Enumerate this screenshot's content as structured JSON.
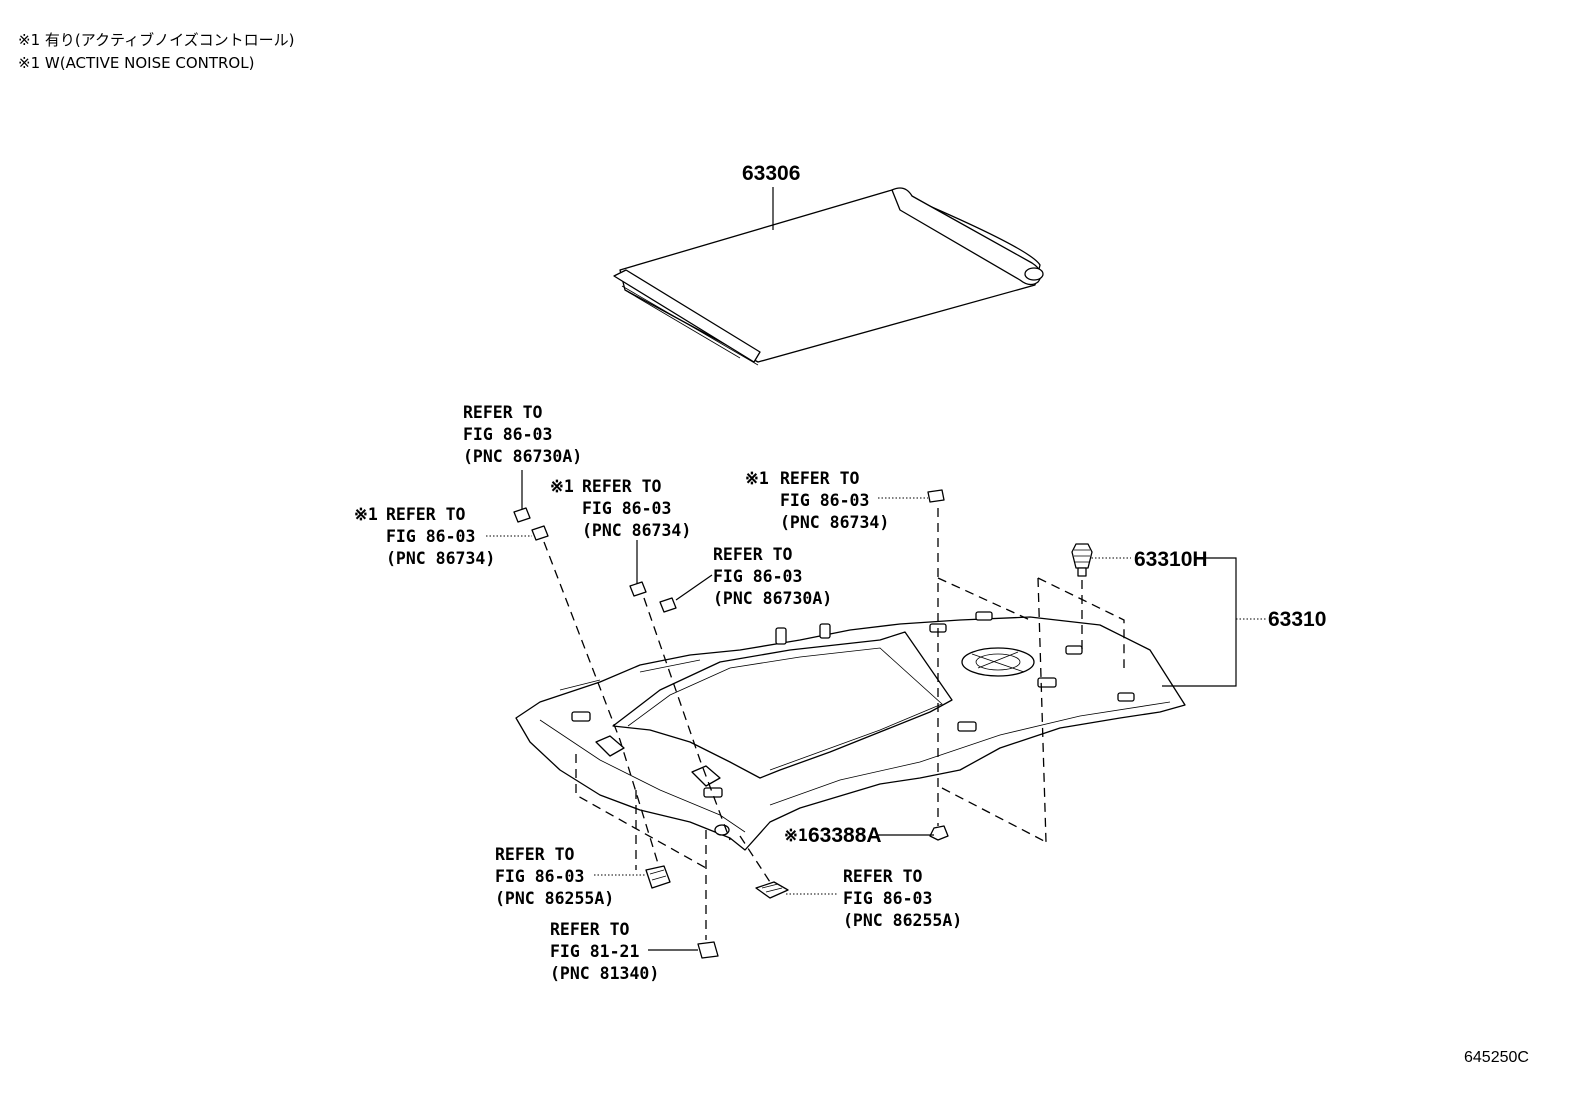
{
  "notes": [
    "※1 有り(アクティブノイズコントロール)",
    "※1 W(ACTIVE NOISE CONTROL)"
  ],
  "figure_id": "645250C",
  "parts": {
    "sunshade": "63306",
    "headliner": "63310",
    "clip": "63310H",
    "holder": "63388A",
    "holder_mark": "※1"
  },
  "refs": [
    {
      "mark": "",
      "lines": [
        "REFER TO",
        "FIG 86-03",
        "(PNC 86730A)"
      ]
    },
    {
      "mark": "※1",
      "lines": [
        "REFER TO",
        "FIG 86-03",
        "(PNC 86734)"
      ]
    },
    {
      "mark": "※1",
      "lines": [
        "REFER TO",
        "FIG 86-03",
        "(PNC 86734)"
      ]
    },
    {
      "mark": "",
      "lines": [
        "REFER TO",
        "FIG 86-03",
        "(PNC 86730A)"
      ]
    },
    {
      "mark": "※1",
      "lines": [
        "REFER TO",
        "FIG 86-03",
        "(PNC 86734)"
      ]
    },
    {
      "mark": "",
      "lines": [
        "REFER TO",
        "FIG 86-03",
        "(PNC 86255A)"
      ]
    },
    {
      "mark": "",
      "lines": [
        "REFER TO",
        "FIG 81-21",
        "(PNC 81340)"
      ]
    },
    {
      "mark": "",
      "lines": [
        "REFER TO",
        "FIG 86-03",
        "(PNC 86255A)"
      ]
    }
  ]
}
